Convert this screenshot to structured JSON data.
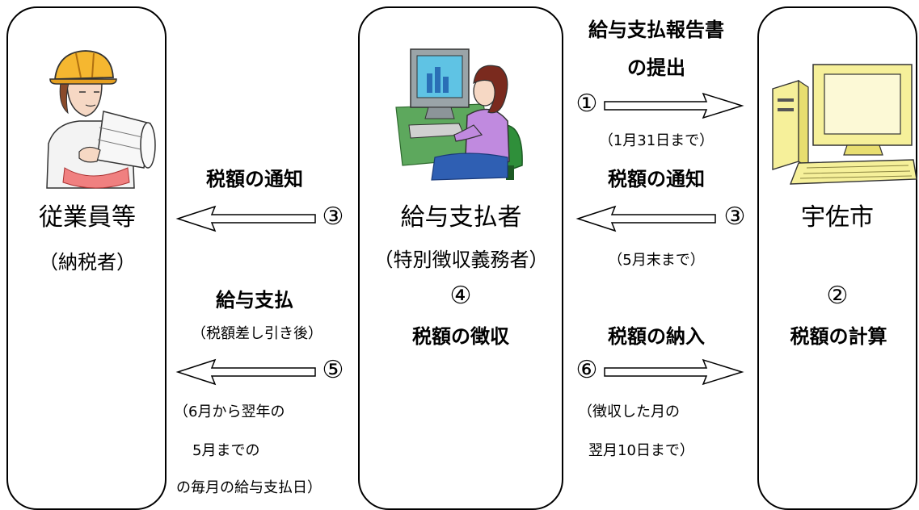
{
  "left": {
    "title": "従業員等",
    "subtitle": "（納税者）"
  },
  "middle": {
    "title": "給与支払者",
    "subtitle": "（特別徴収義務者）",
    "step_number": "④",
    "step_label": "税額の徴収"
  },
  "right": {
    "title": "宇佐市",
    "step_number": "②",
    "step_label": "税額の計算"
  },
  "flow_left": {
    "notice_label": "税額の通知",
    "notice_number": "③",
    "pay_label": "給与支払",
    "pay_note": "（税額差し引き後）",
    "pay_number": "⑤",
    "pay_period_line1": "（6月から翌年の",
    "pay_period_line2": "5月までの",
    "pay_period_line3": "の毎月の給与支払日）"
  },
  "flow_right": {
    "report_label_line1": "給与支払報告書",
    "report_label_line2": "の提出",
    "report_number": "①",
    "report_deadline": "（1月31日まで）",
    "notice_label": "税額の通知",
    "notice_number": "③",
    "notice_deadline": "（5月末まで）",
    "payin_label": "税額の納入",
    "payin_number": "⑥",
    "payin_deadline_line1": "（徴収した月の",
    "payin_deadline_line2": "翌月10日まで）"
  }
}
